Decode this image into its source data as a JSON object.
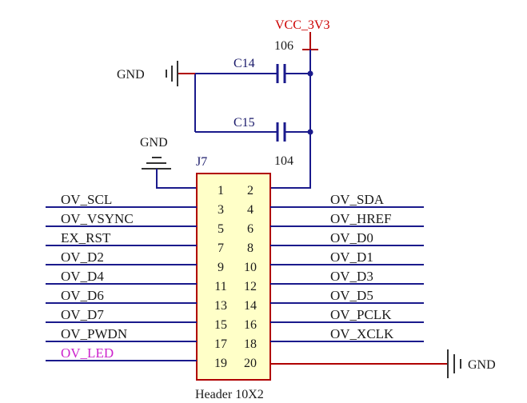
{
  "power": {
    "vcc_label": "VCC_3V3",
    "gnd_label": "GND"
  },
  "capacitors": [
    {
      "ref": "C14",
      "value": "106"
    },
    {
      "ref": "C15",
      "value": "104"
    }
  ],
  "header": {
    "ref": "J7",
    "name": "Header 10X2",
    "left_pins": [
      "1",
      "3",
      "5",
      "7",
      "9",
      "11",
      "13",
      "15",
      "17",
      "19"
    ],
    "right_pins": [
      "2",
      "4",
      "6",
      "8",
      "10",
      "12",
      "14",
      "16",
      "18",
      "20"
    ]
  },
  "left_signals": [
    "OV_SCL",
    "OV_VSYNC",
    "EX_RST",
    "OV_D2",
    "OV_D4",
    "OV_D6",
    "OV_D7",
    "OV_PWDN",
    "OV_LED"
  ],
  "right_signals": [
    "OV_SDA",
    "OV_HREF",
    "OV_D0",
    "OV_D3",
    "OV_D5",
    "OV_PCLK",
    "OV_XCLK"
  ],
  "right_signals_ordered": [
    "OV_SDA",
    "OV_HREF",
    "OV_D0",
    "OV_D1",
    "OV_D3",
    "OV_D5",
    "OV_PCLK",
    "OV_XCLK"
  ],
  "colors": {
    "wire": "#1a1a8c",
    "component_body": "#ffffc8",
    "component_outline": "#b00000",
    "led_signal": "#cc22cc",
    "vcc": "#cc0000"
  }
}
